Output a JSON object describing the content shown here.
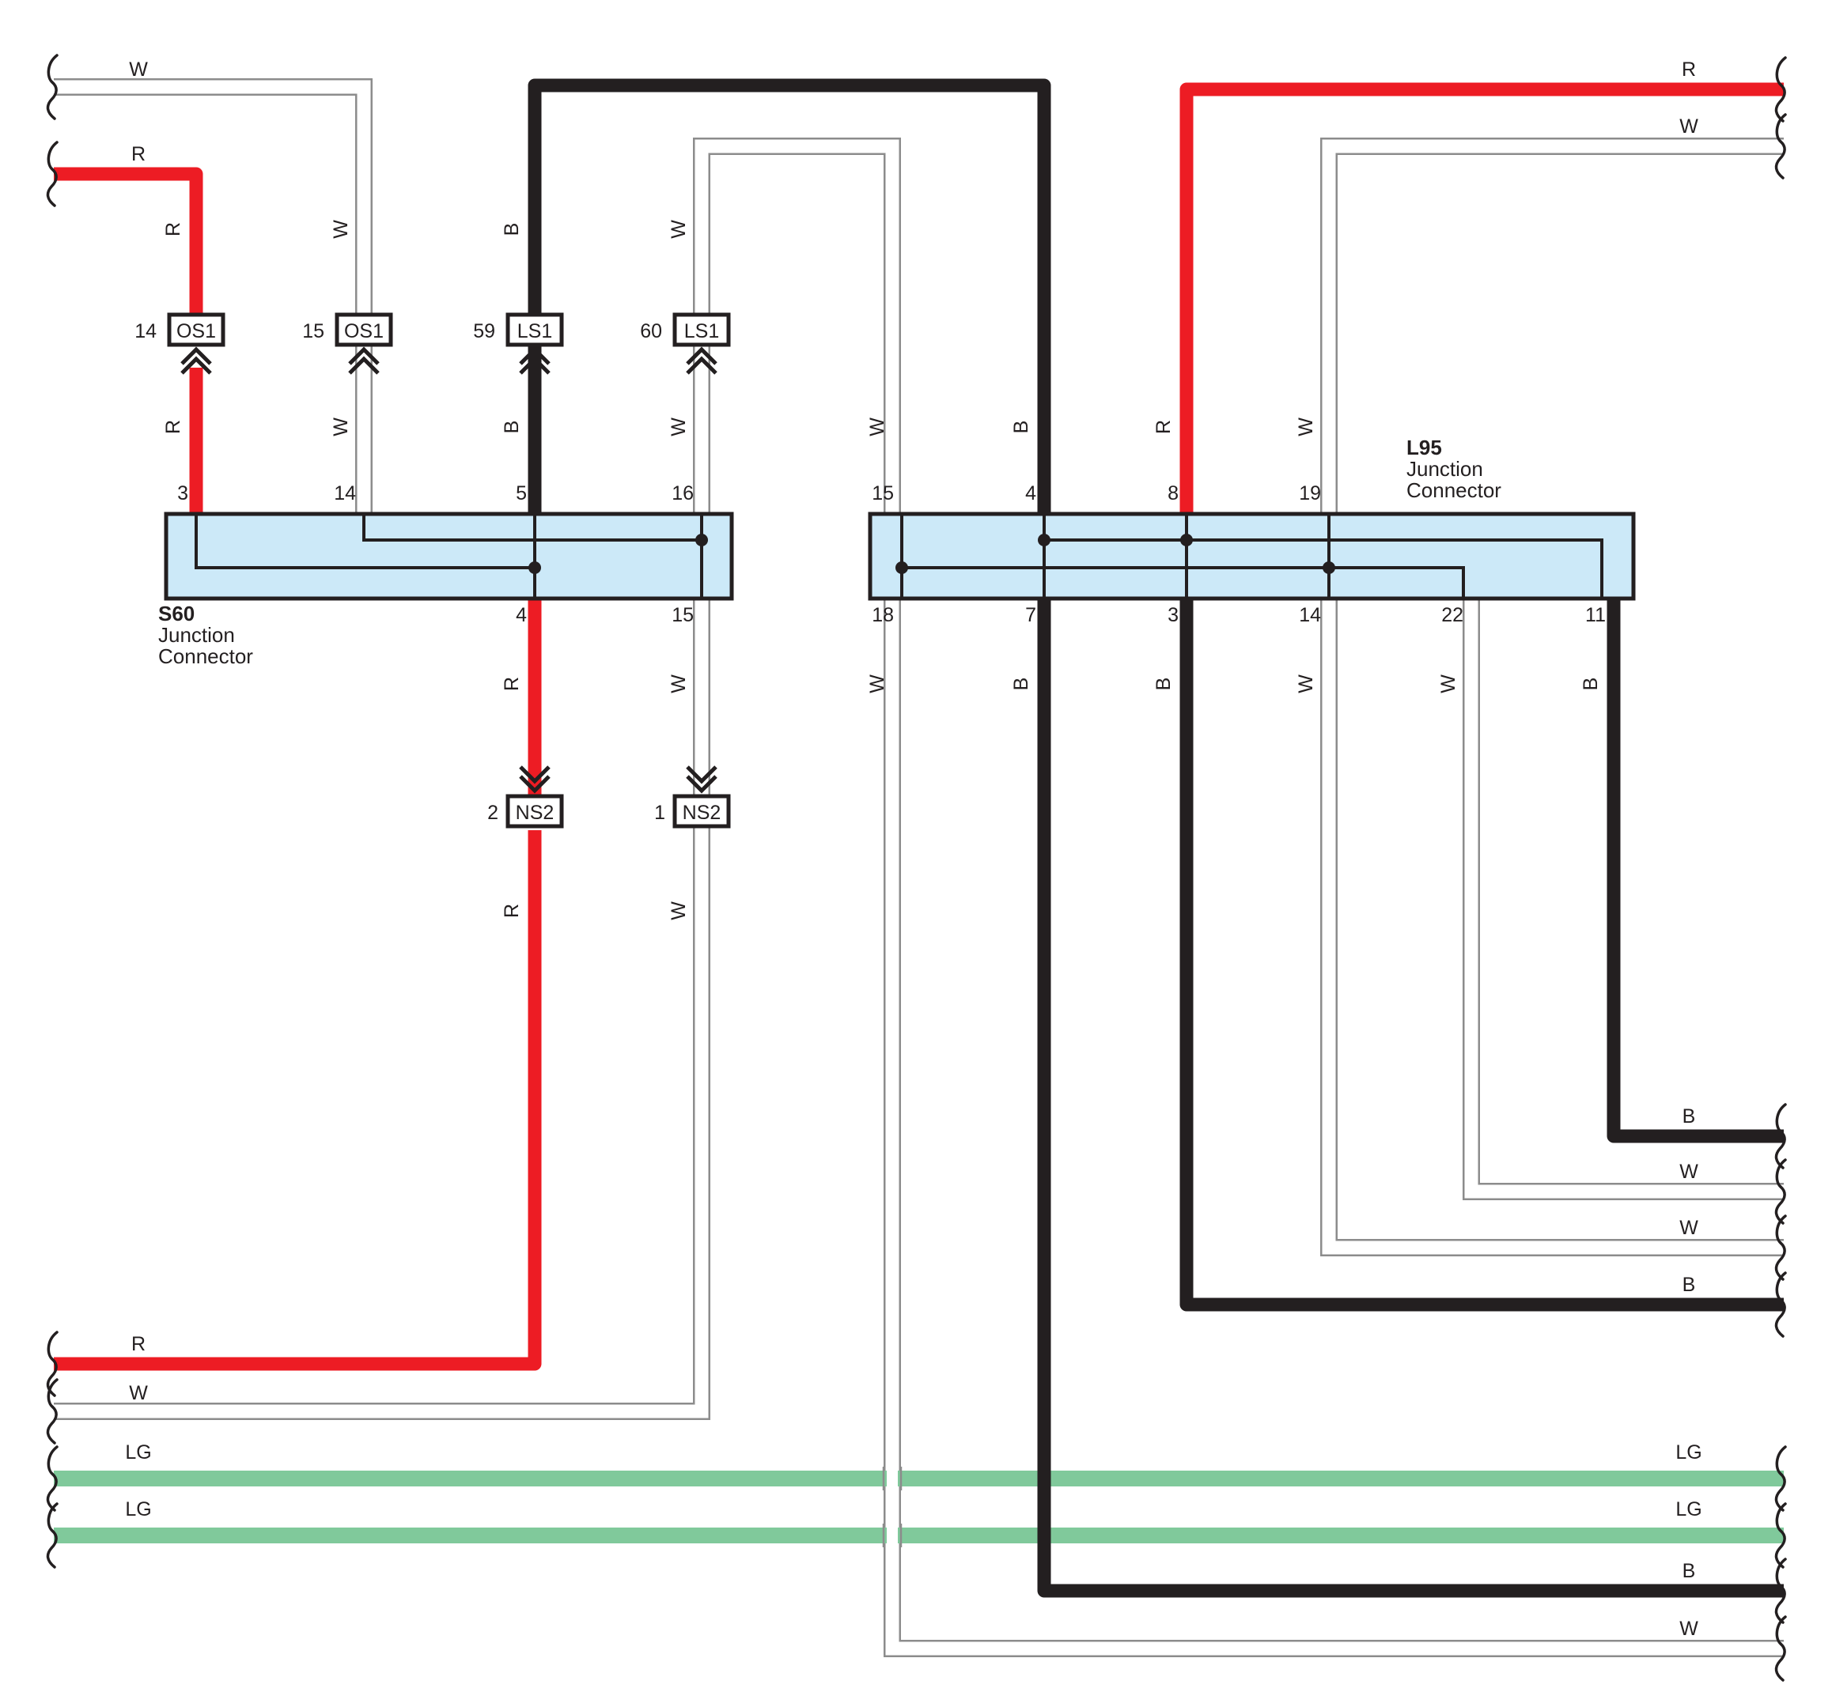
{
  "colors": {
    "R": "#ed1c24",
    "B": "#231f20",
    "W": "#ffffff",
    "W_outline": "#8c8c8c",
    "LG": "#80c99b",
    "connector_fill": "#cce9f8",
    "connector_stroke": "#231f20"
  },
  "wire_codes": {
    "red": "R",
    "black": "B",
    "white": "W",
    "light_green": "LG"
  },
  "connectors": {
    "S60": {
      "code": "S60",
      "line1": "Junction",
      "line2": "Connector",
      "top_pins": [
        "3",
        "14",
        "5",
        "16"
      ],
      "bottom_pins": [
        "4",
        "15"
      ]
    },
    "L95": {
      "code": "L95",
      "line1": "Junction",
      "line2": "Connector",
      "top_pins": [
        "15",
        "4",
        "8",
        "19"
      ],
      "bottom_pins": [
        "18",
        "7",
        "3",
        "14",
        "22",
        "11"
      ]
    }
  },
  "inline_connectors": [
    {
      "name": "OS1",
      "pin": "14"
    },
    {
      "name": "OS1",
      "pin": "15"
    },
    {
      "name": "LS1",
      "pin": "59"
    },
    {
      "name": "LS1",
      "pin": "60"
    },
    {
      "name": "NS2",
      "pin": "2"
    },
    {
      "name": "NS2",
      "pin": "1"
    }
  ]
}
